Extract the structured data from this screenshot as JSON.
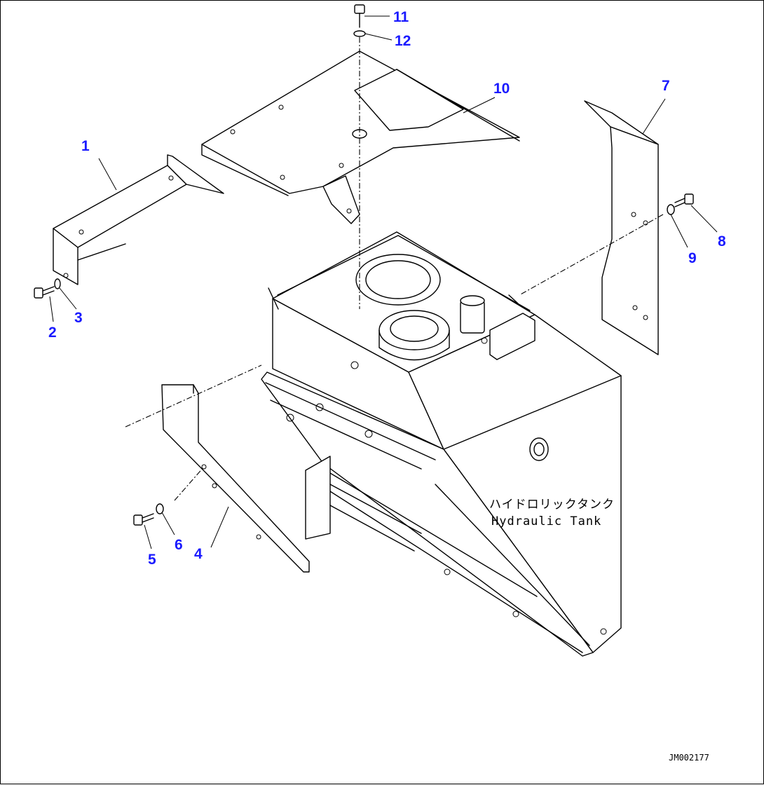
{
  "colors": {
    "callout": "#1a1aff",
    "line": "#000000",
    "background": "#ffffff"
  },
  "callouts": [
    {
      "label": "1"
    },
    {
      "label": "2"
    },
    {
      "label": "3"
    },
    {
      "label": "4"
    },
    {
      "label": "5"
    },
    {
      "label": "6"
    },
    {
      "label": "7"
    },
    {
      "label": "8"
    },
    {
      "label": "9"
    },
    {
      "label": "10"
    },
    {
      "label": "11"
    },
    {
      "label": "12"
    }
  ],
  "tank_label": {
    "japanese": "ハイドロリックタンク",
    "english": "Hydraulic Tank"
  },
  "drawing_id": "JM002177"
}
